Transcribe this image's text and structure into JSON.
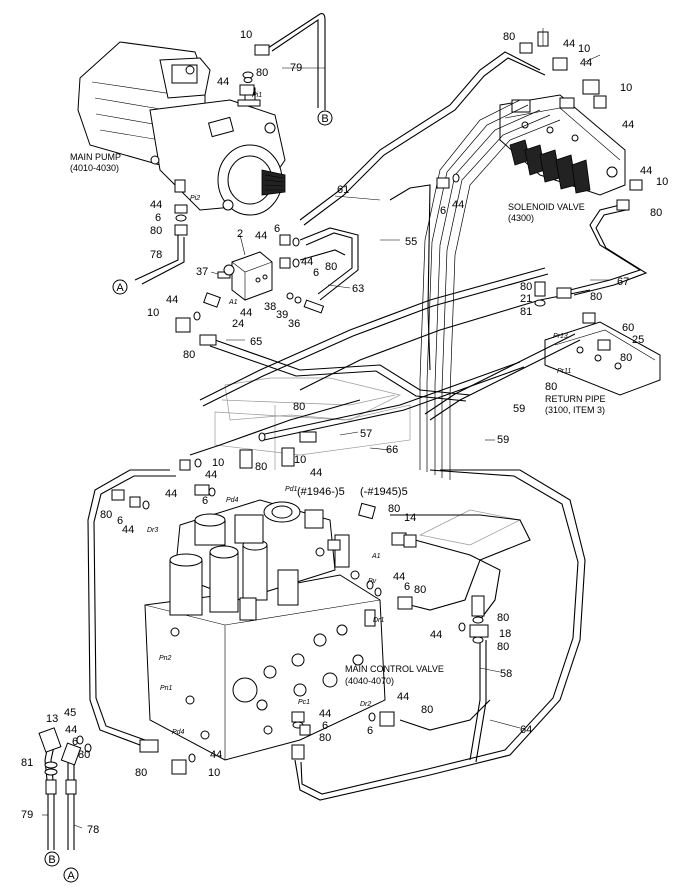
{
  "captions": {
    "main_pump": [
      "MAIN PUMP",
      "(4010-4030)"
    ],
    "solenoid_valve": [
      "SOLENOID VALVE",
      "(4300)"
    ],
    "return_pipe": [
      "RETURN PIPE",
      "(3100, ITEM 3)"
    ],
    "main_control_valve": [
      "MAIN CONTROL VALVE",
      "(4040-4070)"
    ],
    "serial_left": "(#1946-)5",
    "serial_right": "(-#1945)5"
  },
  "callouts": {
    "A": "A",
    "B": "B"
  },
  "ports": {
    "pi1": "Pi1",
    "pi2": "Pi2",
    "a1": "A1",
    "a1b": "A1",
    "pr13": "Pr13",
    "pr11": "Pr11",
    "pd4": "Pd4",
    "pd1": "Pd1",
    "dr3": "Dr3",
    "pv": "Pv",
    "dr1": "Dr1",
    "pn2": "Pn2",
    "pn1": "Pn1",
    "pd4b": "Pd4",
    "pc1": "Pc1",
    "dr2": "Dr2"
  },
  "part_numbers": {
    "p10_top": "10",
    "p44_top": "44",
    "p80_top": "80",
    "p79_top": "79",
    "p80_sv1": "80",
    "p44_sv1": "44",
    "p10_sv1": "10",
    "p44_sv2": "44",
    "p10_sv2": "10",
    "p44_sv3": "44",
    "p61": "61",
    "p44_l1": "44",
    "p6_l1": "6",
    "p80_l1": "80",
    "p78_l1": "78",
    "p6_mid": "6",
    "p44_mid": "44",
    "p2": "2",
    "p44_m2": "44",
    "p6_m2": "6",
    "p44_m3": "44",
    "p6_m3": "6",
    "p80_m3": "80",
    "p55": "55",
    "p44_sr": "44",
    "p10_sr": "10",
    "p80_sr": "80",
    "p37": "37",
    "p63": "63",
    "p67": "67",
    "p80_r1": "80",
    "p21": "21",
    "p80_r2": "80",
    "p81_r": "81",
    "p44_l2": "44",
    "p10_l2": "10",
    "p44_l3": "44",
    "p24": "24",
    "p38": "38",
    "p39": "39",
    "p36": "36",
    "p65": "65",
    "p80_l3": "80",
    "p60": "60",
    "p25": "25",
    "p80_r3": "80",
    "p80_r4": "80",
    "p59_a": "59",
    "p80_c1": "80",
    "p57": "57",
    "p66": "66",
    "p59_b": "59",
    "p10_c2": "10",
    "p80_c2": "80",
    "p10_c3": "10",
    "p44_c4": "44",
    "p44_c5": "44",
    "p44_c6": "44",
    "p6_c6": "6",
    "p80_d1": "80",
    "p6_d1": "6",
    "p44_d1": "44",
    "p80_v1": "80",
    "p14": "14",
    "p44_v2": "44",
    "p6_v2": "6",
    "p80_v2": "80",
    "p80_v3": "80",
    "p44_v3": "44",
    "p18": "18",
    "p80_v4": "80",
    "p58": "58",
    "p13": "13",
    "p45": "45",
    "p81_b": "81",
    "p44_b1": "44",
    "p6_b1": "6",
    "p80_b1": "80",
    "p44_b2": "44",
    "p80_b2": "80",
    "p6_b2": "6",
    "p64": "64",
    "p44_b3": "44",
    "p80_b3": "80",
    "p10_b3": "10",
    "p79_b": "79",
    "p78_b": "78"
  }
}
